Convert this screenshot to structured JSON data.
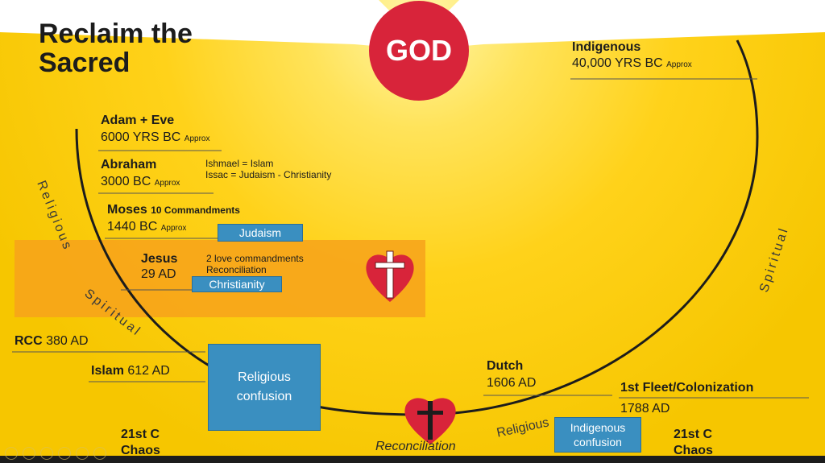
{
  "title_line1": "Reclaim the",
  "title_line2": "Sacred",
  "god": "GOD",
  "indigenous": {
    "label": "Indigenous",
    "date": "40,000 YRS BC",
    "approx": "Approx"
  },
  "adam": {
    "label": "Adam + Eve",
    "date": "6000 YRS BC",
    "approx": "Approx"
  },
  "abraham": {
    "label": "Abraham",
    "date": "3000 BC",
    "approx": "Approx",
    "note1": "Ishmael = Islam",
    "note2": "Issac = Judaism - Christianity"
  },
  "moses": {
    "label": "Moses",
    "sub": "10 Commandments",
    "date": "1440 BC",
    "approx": "Approx",
    "tag": "Judaism"
  },
  "jesus": {
    "label": "Jesus",
    "date": "29 AD",
    "note1": "2 love commandments",
    "note2": "Reconciliation",
    "tag": "Christianity"
  },
  "rcc": {
    "label": "RCC",
    "date": "380 AD"
  },
  "islam": {
    "label": "Islam",
    "date": "612 AD"
  },
  "religious_confusion": "Religious confusion",
  "dutch": {
    "label": "Dutch",
    "date": "1606 AD"
  },
  "fleet": {
    "label": "1st Fleet/Colonization",
    "date": "1788 AD"
  },
  "indigenous_confusion": "Indigenous confusion",
  "chaos_left": {
    "l1": "21st C",
    "l2": "Chaos"
  },
  "chaos_right": {
    "l1": "21st C",
    "l2": "Chaos"
  },
  "left_arc": {
    "religious": "Religious",
    "spiritual": "Spiritual"
  },
  "right_arc": {
    "spiritual": "Spiritual"
  },
  "bottom": {
    "religious": "Religious",
    "reconciliation": "Reconciliation"
  },
  "colors": {
    "background": "#ffd21a",
    "god_red": "#d8243a",
    "tag_blue": "#3a8fc0",
    "band_orange": "#f7a21b"
  }
}
